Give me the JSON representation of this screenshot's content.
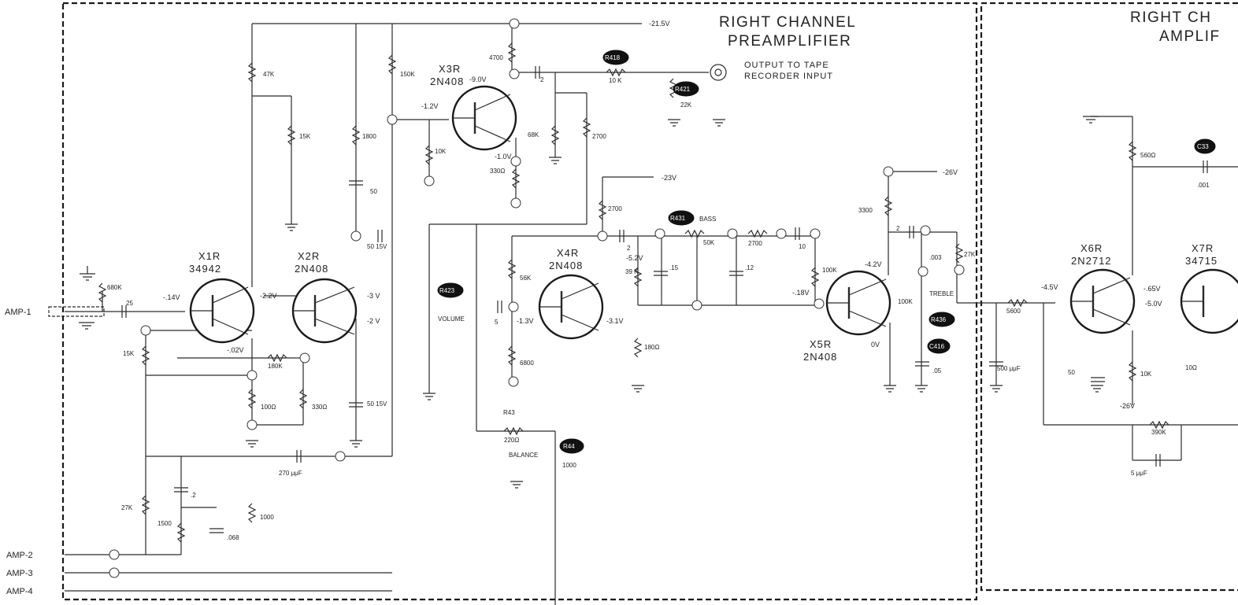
{
  "titles": {
    "preamp_1": "RIGHT  CHANNEL",
    "preamp_2": "PREAMPLIFIER",
    "amp_1": "RIGHT  CH",
    "amp_2": "AMPLIF",
    "output_1": "OUTPUT  TO  TAPE",
    "output_2": "RECORDER  INPUT"
  },
  "inputs": {
    "amp1": "AMP-1",
    "amp2": "AMP-2",
    "amp3": "AMP-3",
    "amp4": "AMP-4"
  },
  "transistors": {
    "x1r": {
      "ref": "X1R",
      "type": "34942"
    },
    "x2r": {
      "ref": "X2R",
      "type": "2N408"
    },
    "x3r": {
      "ref": "X3R",
      "type": "2N408"
    },
    "x4r": {
      "ref": "X4R",
      "type": "2N408"
    },
    "x5r": {
      "ref": "X5R",
      "type": "2N408"
    },
    "x6r": {
      "ref": "X6R",
      "type": "2N2712"
    },
    "x7r": {
      "ref": "X7R",
      "type": "34715"
    }
  },
  "voltages": {
    "v215": "-21.5V",
    "v23": "-23V",
    "v26": "-26V",
    "v26b": "-26V",
    "v14": "-.14V",
    "v22": "-2.2V",
    "v3": "-3 V",
    "v2": "-2 V",
    "v02": "-.02V",
    "v90": "-9.0V",
    "v12": "-1.2V",
    "v10": "-1.0V",
    "v52": "-5.2V",
    "v13": "-1.3V",
    "v31": "-3.1V",
    "v42": "-4.2V",
    "v18": "-.18V",
    "v0": "0V",
    "v45": "-4.5V",
    "v65": "-.65V",
    "v50": "-5.0V"
  },
  "labels": {
    "volume": "VOLUME",
    "bass": "BASS",
    "treble": "TREBLE",
    "balance": "BALANCE",
    "r43": "R43",
    "r44": "R44",
    "r418": "R418",
    "r421": "R421",
    "r423": "R423",
    "r431": "R431",
    "r436": "R436",
    "c416": "C416",
    "c33": "C33"
  },
  "values": {
    "r401": "680K",
    "c401": "25",
    "r402": "47K",
    "r404": "15K",
    "r402b": "15K",
    "r403": "180K",
    "r406": "100Ω",
    "r407": "330Ω",
    "c405": "50 15V",
    "c404": "270 μμF",
    "r408": "27K",
    "c402": ".2",
    "r409": "1500",
    "c403": ".068",
    "r411": "1000",
    "r412": "1800",
    "c407": "50",
    "c406": "50 15V",
    "r413": "150K",
    "r414": "4700",
    "c408": "2",
    "r418": "10 K",
    "r421": "22K",
    "r415": "10K",
    "r416": "330Ω",
    "r417": "68K",
    "r422": "2700",
    "r419": "2700",
    "c409": "2",
    "r426": "56K",
    "c410": "5",
    "r427": "6800",
    "r429": "39 K",
    "c412": ".15",
    "r428": "180Ω",
    "r431": "50K",
    "r432": "2700",
    "c413": ".12",
    "c411": "10",
    "r433": "100K",
    "r434": "3300",
    "c414": "2",
    "c415": ".003",
    "r435": "27K",
    "r436": "100K",
    "c416": ".05",
    "r43": "220Ω",
    "r44": "1000",
    "r437": "5600",
    "c418": "500 μμF",
    "r438": "560Ω",
    "c33": ".001",
    "c419": "50",
    "r439": "10K",
    "r441": "390K",
    "c423": "5 μμF",
    "r442": "10Ω"
  }
}
